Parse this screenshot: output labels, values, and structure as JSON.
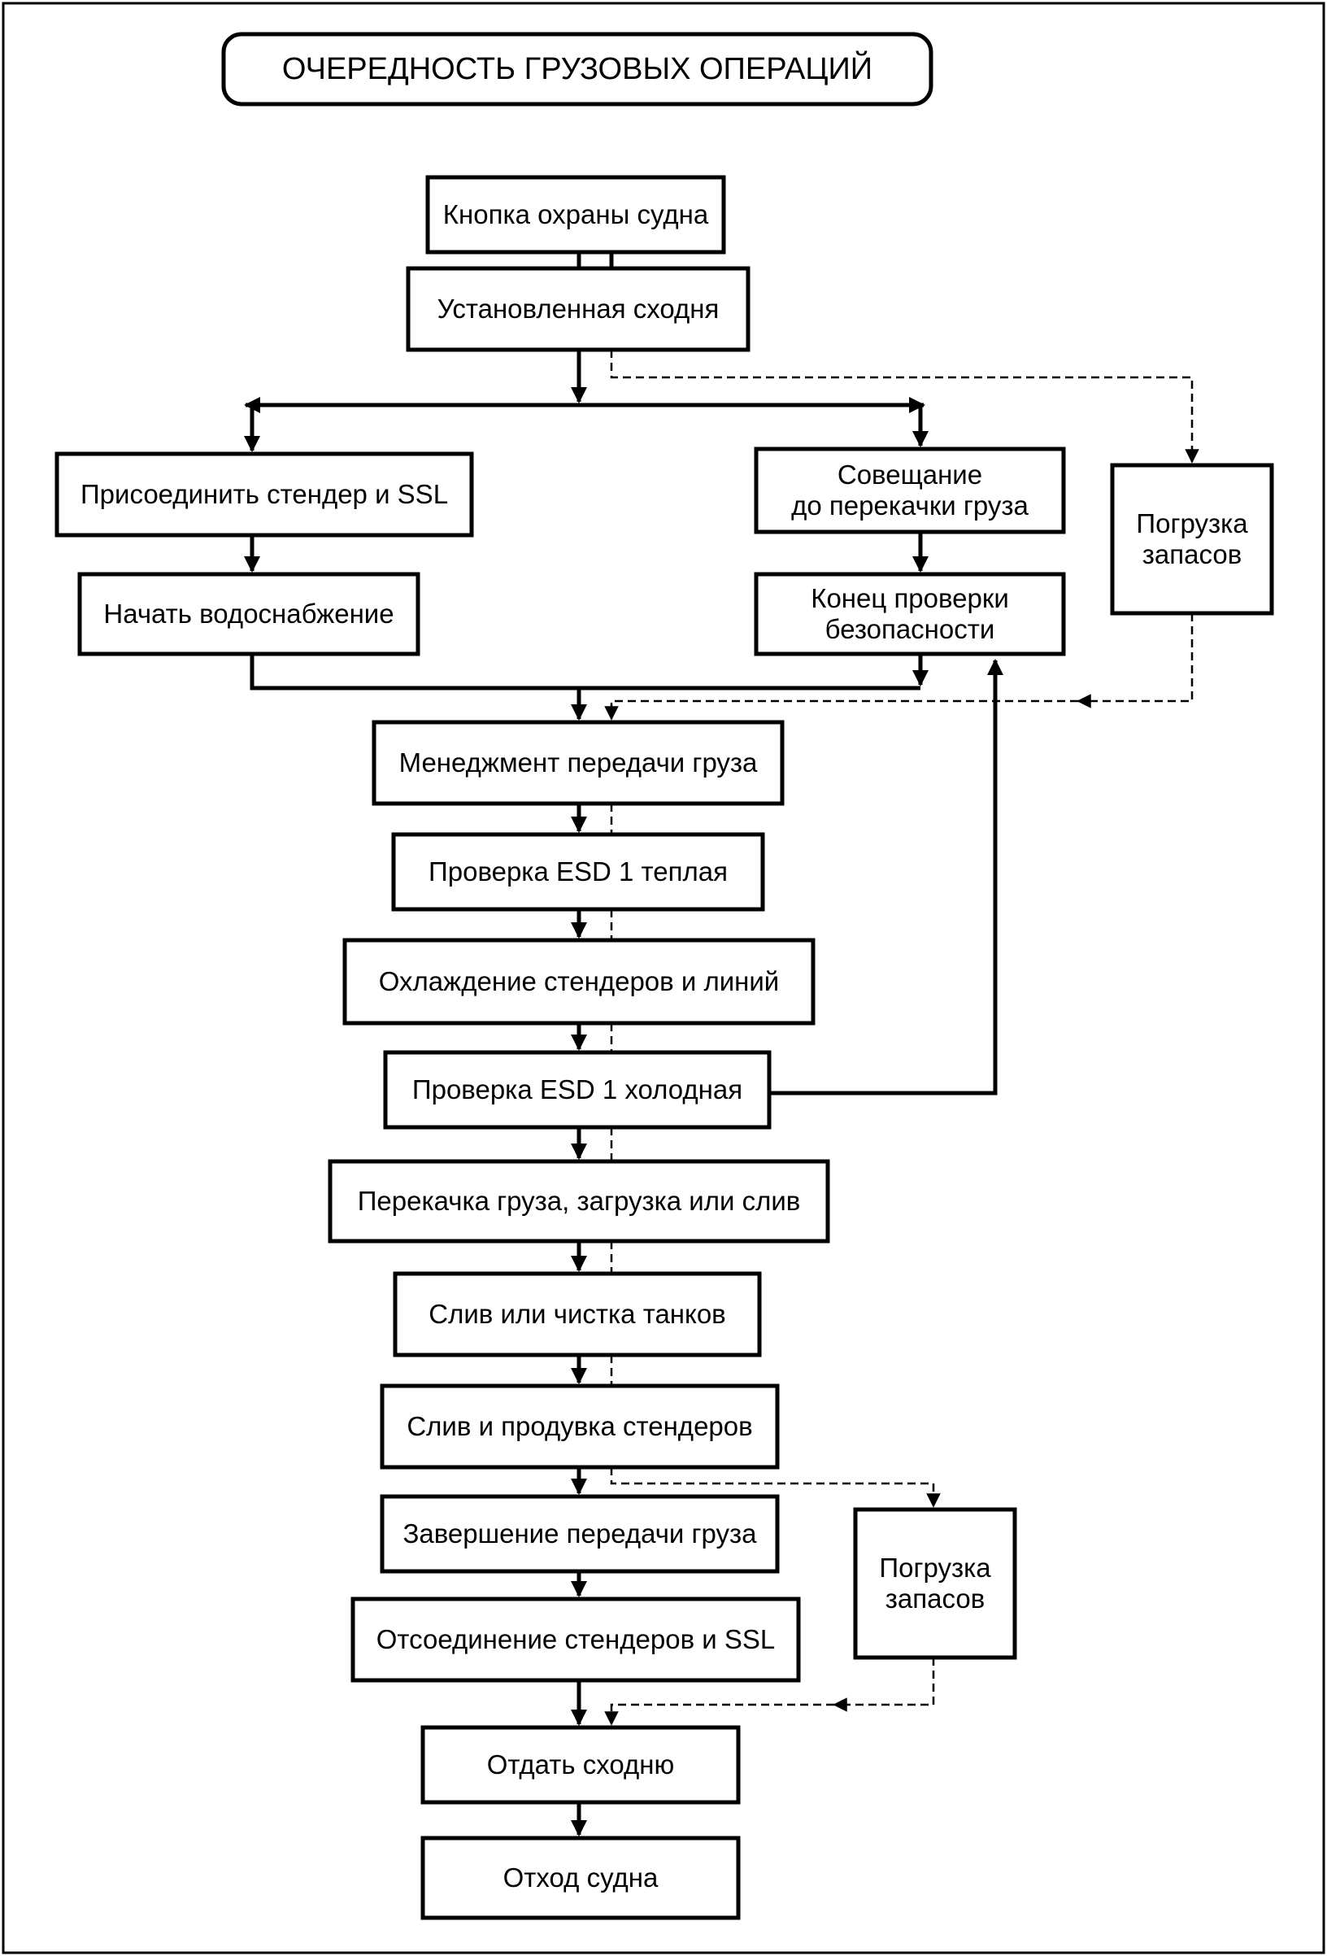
{
  "title": "ОЧЕРЕДНОСТЬ ГРУЗОВЫХ ОПЕРАЦИЙ",
  "nodes": {
    "ship_security_button": "Кнопка охраны судна",
    "gangway_installed": "Установленная сходня",
    "connect_arm_ssl": "Присоединить стендер и SSL",
    "start_water_supply": "Начать водоснабжение",
    "pre_transfer_meeting": "Совещание\nдо перекачки груза",
    "safety_check_end": "Конец проверки\nбезопасности",
    "stores_loading_top": "Погрузка\nзапасов",
    "cargo_transfer_management": "Менеджмент передачи груза",
    "esd1_warm_check": "Проверка ESD 1 теплая",
    "cooling_arms_lines": "Охлаждение стендеров и линий",
    "esd1_cold_check": "Проверка ESD 1 холодная",
    "cargo_transfer_load_discharge": "Перекачка груза, загрузка или слив",
    "drain_or_tank_cleaning": "Слив или чистка танков",
    "drain_purge_arms": "Слив и продувка стендеров",
    "cargo_transfer_complete": "Завершение передачи груза",
    "stores_loading_bottom": "Погрузка\nзапасов",
    "disconnect_arms_ssl": "Отсоединение стендеров и SSL",
    "remove_gangway": "Отдать сходню",
    "ship_departure": "Отход судна"
  }
}
